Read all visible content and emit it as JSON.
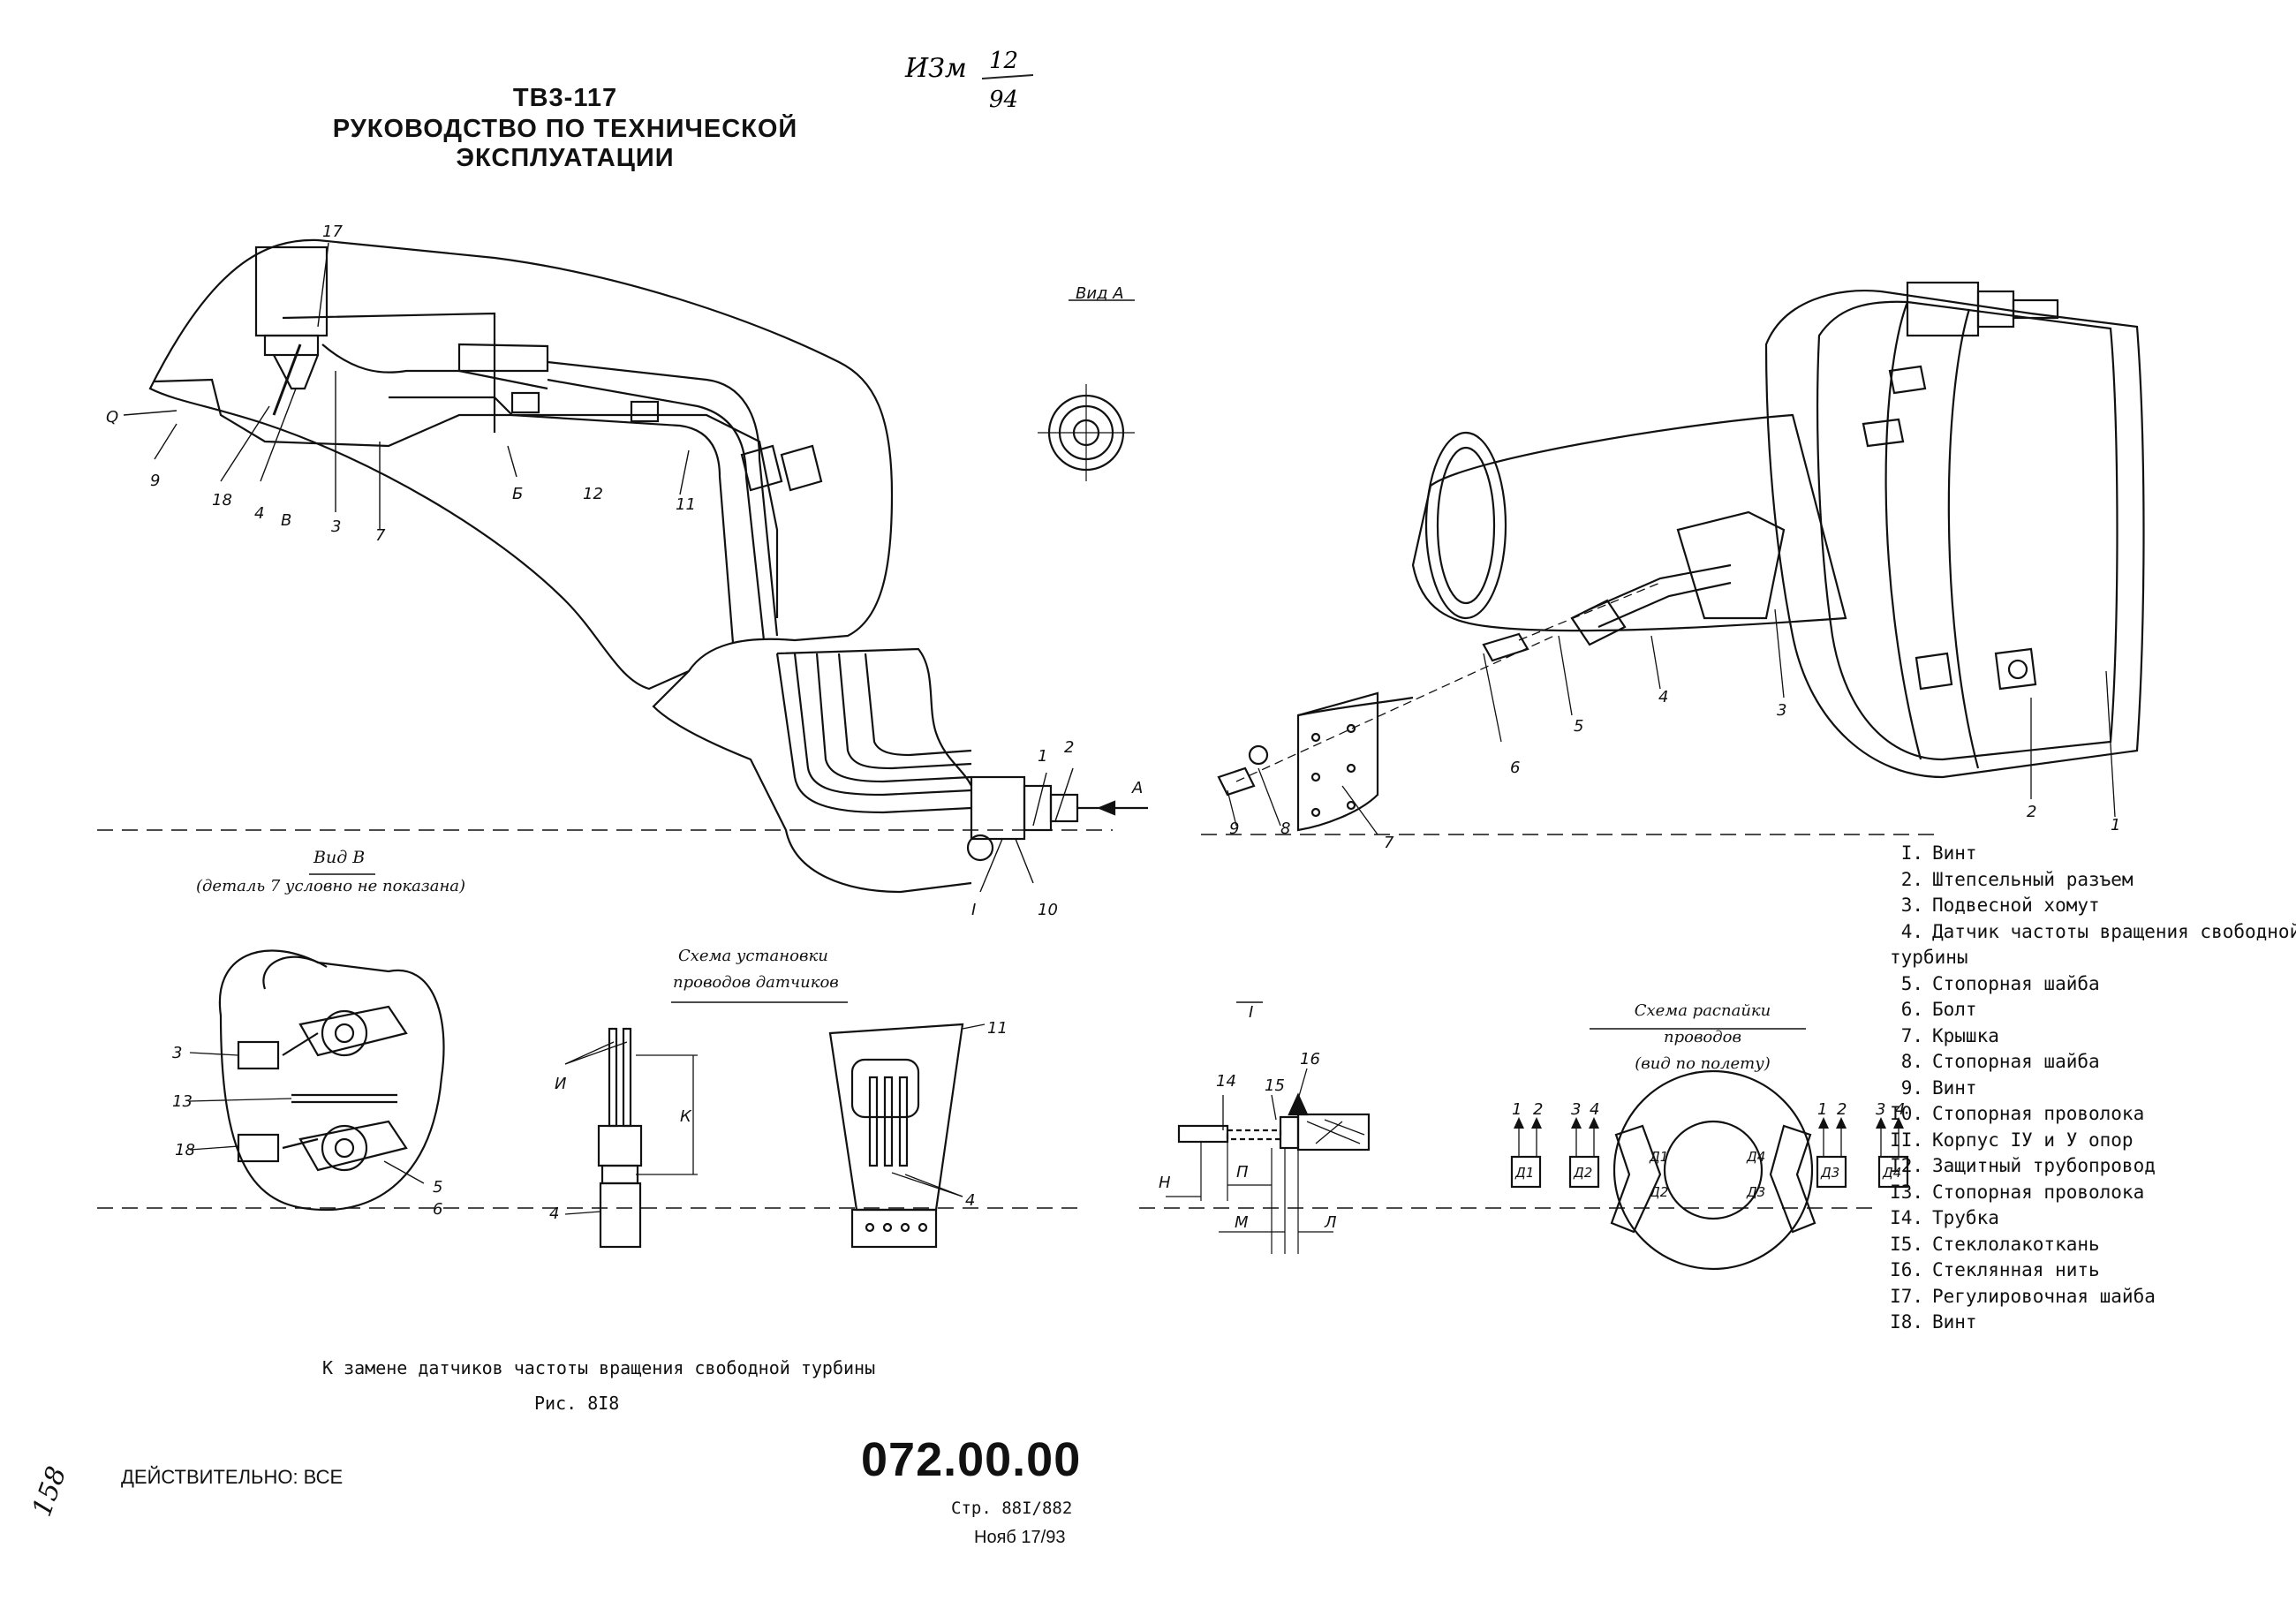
{
  "header": {
    "line1": "ТВ3-117",
    "line2": "РУКОВОДСТВО ПО ТЕХНИЧЕСКОЙ ЭКСПЛУАТАЦИИ"
  },
  "handwritten_note": "ИЗм 12/94",
  "views": {
    "view_a": "Вид А",
    "view_b": "Вид В",
    "view_b_note": "(деталь 7 условно не показана)",
    "wiring_install": [
      "Схема установки",
      "проводов датчиков"
    ],
    "wiring_solder": [
      "Схема распайки проводов",
      "(вид по полету)"
    ],
    "detail_i": "I"
  },
  "callouts": {
    "main_drawing": [
      "17",
      "Q",
      "9",
      "18",
      "4",
      "В",
      "3",
      "7",
      "Б",
      "12",
      "11",
      "1",
      "2",
      "А",
      "I",
      "10"
    ],
    "iso_drawing": [
      "9",
      "8",
      "7",
      "6",
      "5",
      "4",
      "3",
      "2",
      "1"
    ],
    "view_b": [
      "3",
      "13",
      "18",
      "5",
      "6"
    ],
    "wire_sensor": [
      "И",
      "К",
      "4"
    ],
    "wire_holder": [
      "11",
      "4"
    ],
    "detail_i": [
      "14",
      "15",
      "16",
      "Н",
      "П",
      "М",
      "Л"
    ],
    "solder": {
      "pins_left": [
        "1",
        "2",
        "3",
        "4"
      ],
      "pins_right": [
        "1",
        "2",
        "3",
        "4"
      ],
      "boxes": [
        "Д1",
        "Д2",
        "Д3",
        "Д4"
      ]
    }
  },
  "legend": [
    {
      "num": "I.",
      "text": "Винт"
    },
    {
      "num": "2.",
      "text": "Штепсельный разъем"
    },
    {
      "num": "3.",
      "text": "Подвесной хомут"
    },
    {
      "num": "4.",
      "text": "Датчик частоты вращения свободной",
      "cont": "турбины"
    },
    {
      "num": "5.",
      "text": "Стопорная шайба"
    },
    {
      "num": "6.",
      "text": "Болт"
    },
    {
      "num": "7.",
      "text": "Крышка"
    },
    {
      "num": "8.",
      "text": "Стопорная шайба"
    },
    {
      "num": "9.",
      "text": "Винт"
    },
    {
      "num": "I0.",
      "text": "Стопорная проволока"
    },
    {
      "num": "II.",
      "text": "Корпус IУ и У опор"
    },
    {
      "num": "I2.",
      "text": "Защитный трубопровод"
    },
    {
      "num": "I3.",
      "text": "Стопорная проволока"
    },
    {
      "num": "I4.",
      "text": "Трубка"
    },
    {
      "num": "I5.",
      "text": "Стеклолакоткань"
    },
    {
      "num": "I6.",
      "text": "Стеклянная нить"
    },
    {
      "num": "I7.",
      "text": "Регулировочная шайба"
    },
    {
      "num": "I8.",
      "text": "Винт"
    }
  ],
  "caption": {
    "title": "К замене датчиков частоты вращения свободной турбины",
    "figure": "Рис. 8I8"
  },
  "footer": {
    "validity": "ДЕЙСТВИТЕЛЬНО: ВСЕ",
    "doc_number": "072.00.00",
    "page": "Стр. 88I/882",
    "date": "Нояб 17/93",
    "margin_mark": "158"
  }
}
